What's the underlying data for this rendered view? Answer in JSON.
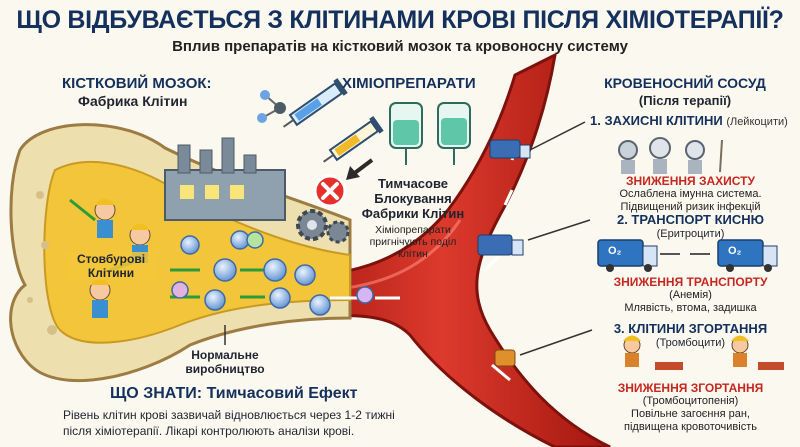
{
  "header": {
    "title": "ЩО ВІДБУВАЄТЬСЯ З КЛІТИНАМИ КРОВІ ПІСЛЯ ХІМІОТЕРАПІЇ?",
    "subtitle": "Вплив препаратів на кістковий мозок та кровоносну систему"
  },
  "bone": {
    "heading1": "КІСТКОВИЙ МОЗОК:",
    "heading2": "Фабрика Клітин",
    "stem_label1": "Стовбурові",
    "stem_label2": "Клітини",
    "normal_label1": "Нормальне",
    "normal_label2": "виробництво"
  },
  "chemo": {
    "heading": "ХІМІОПРЕПАРАТИ",
    "block_title1": "Тимчасове",
    "block_title2": "Блокування",
    "block_title3": "Фабрики Клітин",
    "block_desc1": "Хіміопрепарати",
    "block_desc2": "пригнічують поділ",
    "block_desc3": "клітин"
  },
  "vessel": {
    "heading1": "КРОВЕНОСНИЙ СОСУД",
    "heading2": "(Після терапії)"
  },
  "sections": {
    "s1": {
      "title": "1. ЗАХИСНІ КЛІТИНИ",
      "subtitle": "(Лейкоцити)",
      "effect": "ЗНИЖЕННЯ ЗАХИСТУ",
      "desc1": "Ослаблена імунна система.",
      "desc2": "Підвищений ризик інфекцій"
    },
    "s2": {
      "title": "2. ТРАНСПОРТ КИСНЮ",
      "subtitle": "(Еритроцити)",
      "effect": "ЗНИЖЕННЯ ТРАНСПОРТУ",
      "desc1": "(Анемія)",
      "desc2": "Млявість, втома, задишка",
      "truck_label": "O₂"
    },
    "s3": {
      "title": "3. КЛІТИНИ ЗГОРТАННЯ",
      "subtitle": "(Тромбоцити)",
      "effect": "ЗНИЖЕННЯ ЗГОРТАННЯ",
      "desc1": "(Тромбоцитопенія)",
      "desc2": "Повільне загоєння ран,",
      "desc3": "підвищена кровоточивість"
    }
  },
  "footer": {
    "heading": "ЩО ЗНАТИ: Тимчасовий Ефект",
    "line1": "Рівень клітин крові зазвичай відновлюється через 1-2 тижні",
    "line2": "після хіміотерапії. Лікарі контролюють аналізи крові."
  },
  "colors": {
    "title": "#14305c",
    "warning": "#c62820",
    "bone": "#eedfae",
    "marrow": "#f3c53a",
    "vessel": "#c8251f"
  }
}
